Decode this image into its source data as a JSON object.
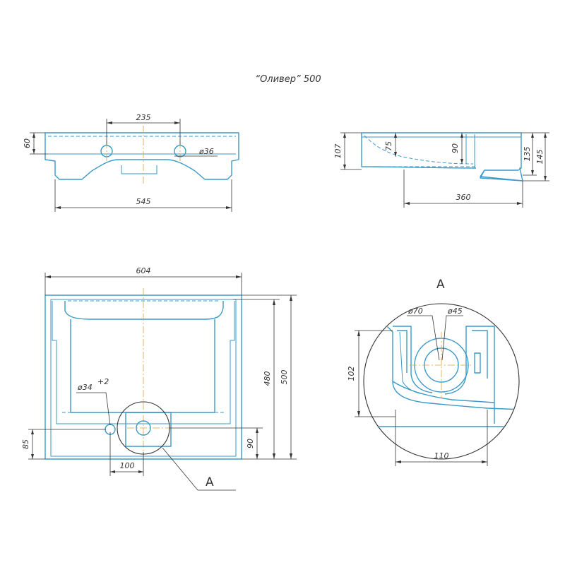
{
  "title": "“Оливер” 500",
  "dimensions": {
    "top_hole_spacing": "235",
    "top_depth": "60",
    "top_hole_dia": "ø36",
    "top_width": "545",
    "side_height_front": "107",
    "side_bowl_75": "75",
    "side_bowl_90": "90",
    "side_height_135": "135",
    "side_height_145": "145",
    "side_length": "360",
    "plan_width": "604",
    "plan_inner_depth": "480",
    "plan_depth": "500",
    "plan_overflow_dia": "ø34",
    "plan_overflow_tol": "+2",
    "plan_overflow_offset": "85",
    "plan_drain_offset_y": "90",
    "plan_drain_offset_x": "100",
    "detail_dia_70": "ø70",
    "detail_dia_45": "ø45",
    "detail_height": "102",
    "detail_width": "110"
  },
  "section_marker": "A",
  "detail_marker": "A"
}
